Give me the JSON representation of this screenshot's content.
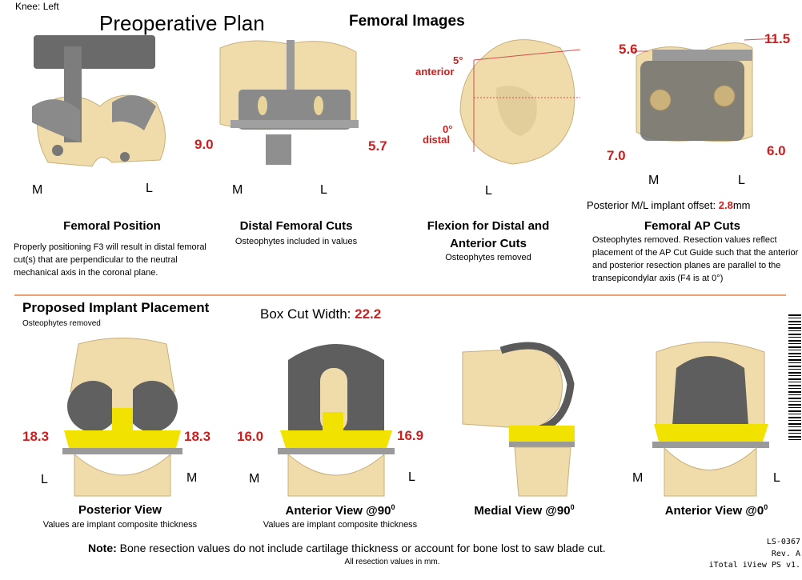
{
  "header": {
    "knee_side": "Knee: Left",
    "plan_title": "Preoperative Plan",
    "section_title": "Femoral Images"
  },
  "femoral_position": {
    "title": "Femoral Position",
    "description": "Properly positioning F3 will result in distal femoral cut(s) that are perpendicular to the neutral mechanical axis in the coronal plane.",
    "label_left": "M",
    "label_right": "L"
  },
  "distal_cuts": {
    "title": "Distal Femoral Cuts",
    "subtitle": "Osteophytes included in values",
    "value_left": "9.0",
    "value_right": "5.7",
    "label_left": "M",
    "label_right": "L"
  },
  "flexion": {
    "title_line1": "Flexion for Distal and",
    "title_line2": "Anterior Cuts",
    "subtitle": "Osteophytes removed",
    "anterior_deg": "5°",
    "anterior_label": "anterior",
    "distal_deg": "0°",
    "distal_label": "distal",
    "label_bottom": "L"
  },
  "ap_cuts": {
    "title": "Femoral AP Cuts",
    "description": "Osteophytes removed. Resection values reflect placement of the AP Cut Guide such that the anterior and posterior resection planes are parallel to the transepicondylar axis (F4 is at 0°)",
    "top_left": "5.6",
    "top_right": "11.5",
    "bottom_left": "7.0",
    "bottom_right": "6.0",
    "label_left": "M",
    "label_right": "L",
    "offset_label": "Posterior M/L implant offset:",
    "offset_value": "2.8",
    "offset_unit": "mm"
  },
  "implant": {
    "title": "Proposed Implant Placement",
    "subtitle": "Osteophytes removed",
    "box_cut_label": "Box Cut Width:",
    "box_cut_value": "22.2"
  },
  "posterior_view": {
    "title": "Posterior View",
    "subtitle": "Values are implant composite thickness",
    "value_left": "18.3",
    "value_right": "18.3",
    "label_left": "L",
    "label_right": "M"
  },
  "anterior90": {
    "title": "Anterior View @90",
    "sup": "0",
    "subtitle": "Values are implant composite thickness",
    "value_left": "16.0",
    "value_right": "16.9",
    "label_left": "M",
    "label_right": "L"
  },
  "medial90": {
    "title": "Medial View @90",
    "sup": "0"
  },
  "anterior0": {
    "title": "Anterior View @0",
    "sup": "0",
    "label_left": "M",
    "label_right": "L"
  },
  "footer": {
    "note_label": "Note:",
    "note_text": " Bone resection values do not include cartilage thickness or account for bone lost to saw blade cut.",
    "note_sub": "All resection values in mm.",
    "doc_id": "LS-0367",
    "rev": "Rev. A",
    "product": "iTotal iView PS v1."
  },
  "colors": {
    "value_red": "#cc1f1f",
    "divider": "#f0a070",
    "bone": "#efdcaa",
    "implant_gray": "#6e6e6e",
    "insert_yellow": "#f2e200"
  }
}
